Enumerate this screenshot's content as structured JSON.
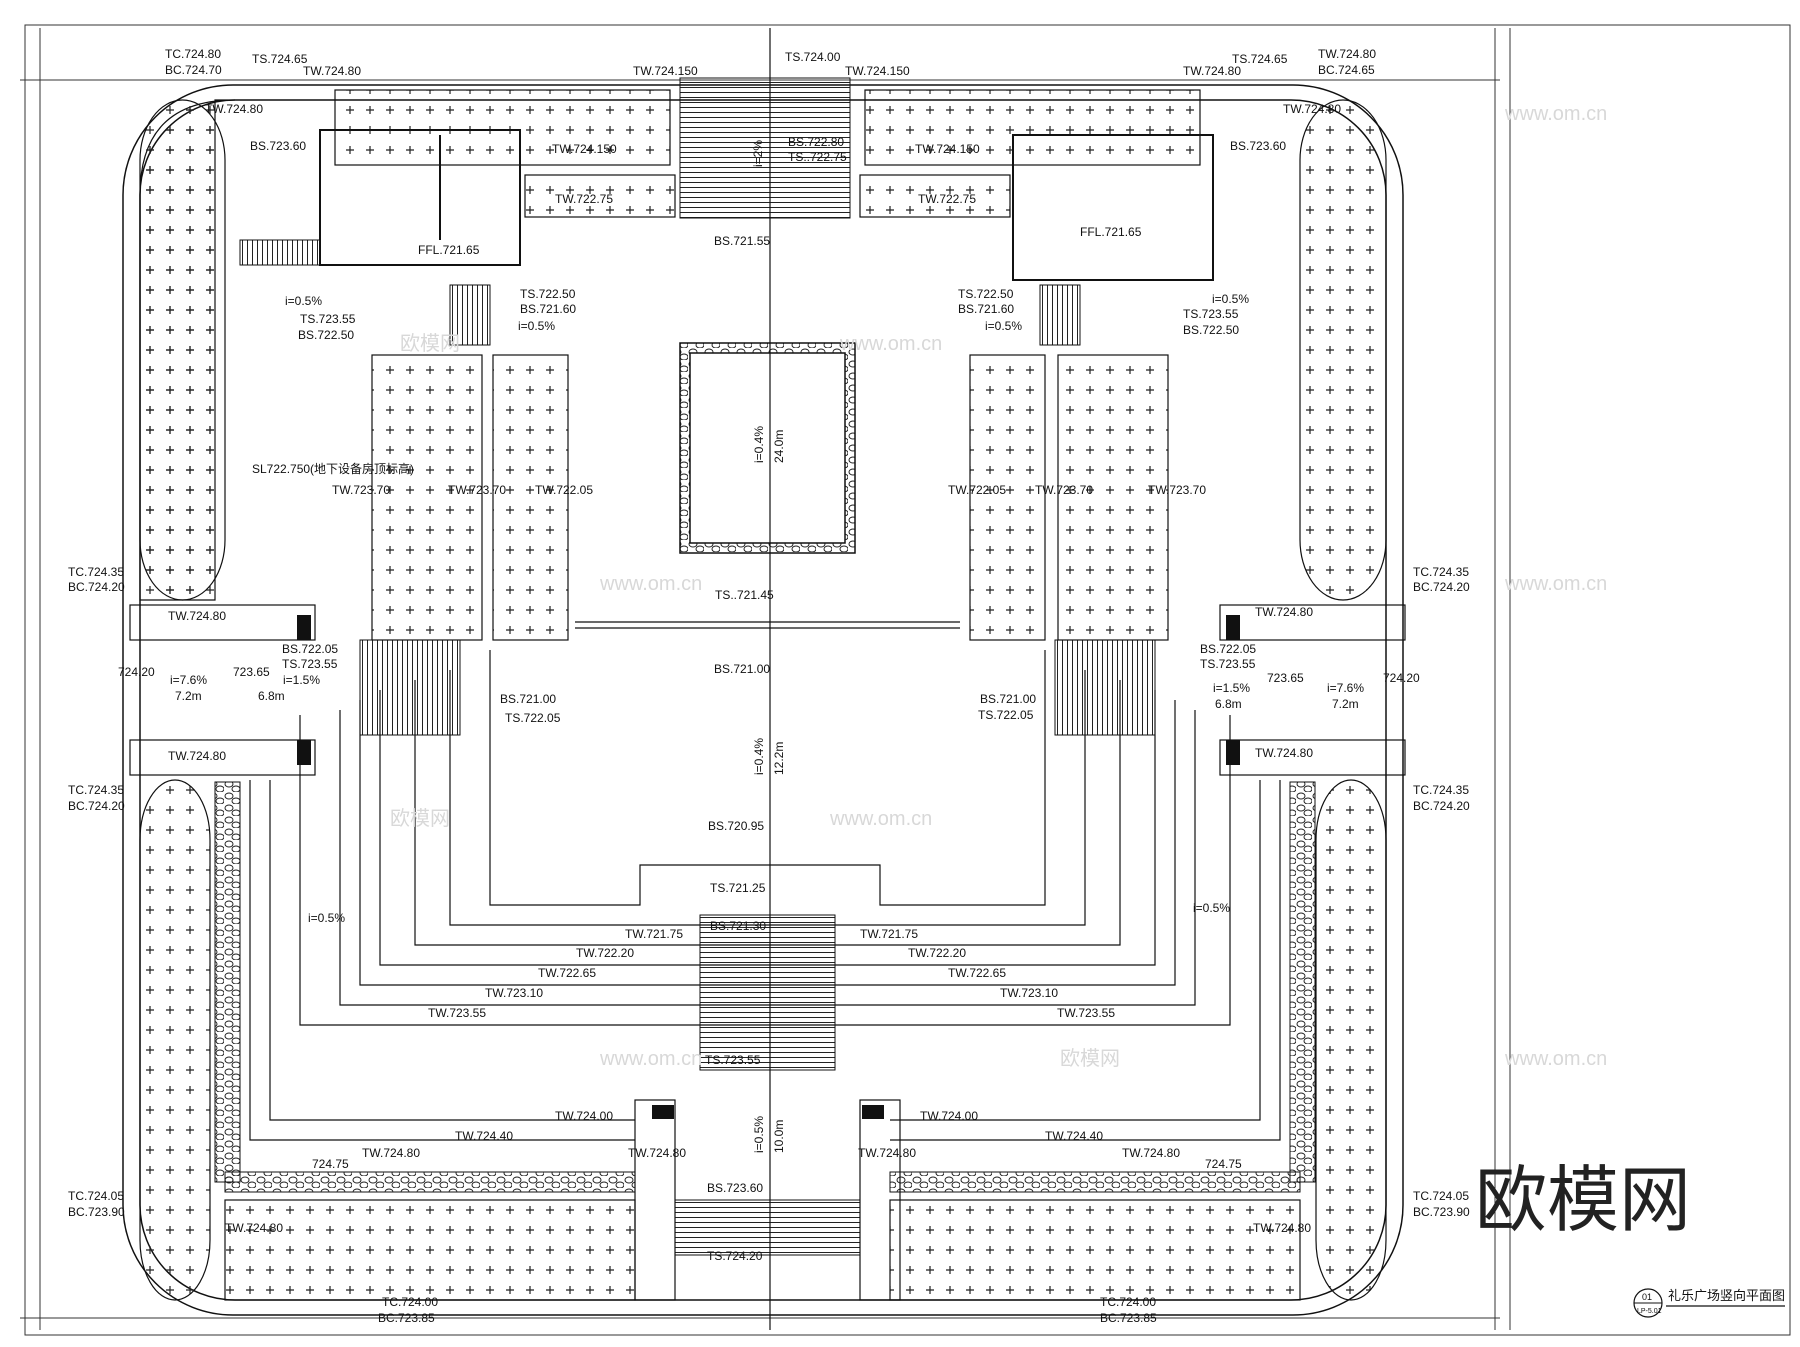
{
  "labels": {
    "tc_nw": "TC.724.80",
    "bc_nw": "BC.724.70",
    "ts_nw": "TS.724.65",
    "tw_nw": "TW.724.80",
    "tw_n_left": "TW.724.150",
    "ts_n": "TS.724.00",
    "tw_n_right": "TW.724.150",
    "tw_ne": "TW.724.80",
    "ts_ne": "TS.724.65",
    "tc_ne": "TW.724.80",
    "bc_ne": "BC.724.65",
    "tw_nw2": "TW.724.80",
    "bs_nw": "BS.723.60",
    "tw_ne2": "TW.724.80",
    "bs_ne": "BS.723.60",
    "tw_planter_l": "TW.724.150",
    "tw_planter_l2": "TW.722.75",
    "tw_planter_r": "TW.724.150",
    "tw_planter_r2": "TW.722.75",
    "bs_stair_top": "BS.722.80",
    "ts_stair_top": "TS..722.75",
    "slope_top": "i=2%",
    "ffl_l": "FFL.721.65",
    "ffl_r": "FFL.721.65",
    "bs_721_55": "BS.721.55",
    "ts_722_50_l": "TS.722.50",
    "bs_721_60_l": "BS.721.60",
    "i05_l": "i=0.5%",
    "ts_722_50_r": "TS.722.50",
    "bs_721_60_r": "BS.721.60",
    "i05_r": "i=0.5%",
    "i05_wl": "i=0.5%",
    "ts_723_55_wl": "TS.723.55",
    "bs_722_50_wl": "BS.722.50",
    "i05_wr": "i=0.5%",
    "ts_723_55_wr": "TS.723.55",
    "bs_722_50_wr": "BS.722.50",
    "sl_note": "SL722.750(地下设备房顶标高)",
    "tw_723_70_a": "TW.723.70",
    "tw_723_70_b": "TW.723.70",
    "tw_722_05_l": "TW.722.05",
    "tw_722_05_r": "TW.722.05",
    "tw_723_70_c": "TW.723.70",
    "tw_723_70_d": "TW.723.70",
    "center_slope": "i=0.4%",
    "center_len": "24.0m",
    "tc_724_35_wl": "TC.724.35",
    "bc_724_20_wl": "BC.724.20",
    "tc_724_35_wr": "TC.724.35",
    "bc_724_20_wr": "BC.724.20",
    "ts_721_45": "TS..721.45",
    "tw_724_80_wl": "TW.724.80",
    "tw_724_80_wr": "TW.724.80",
    "bs_722_05_l": "BS.722.05",
    "ts_723_55_l": "TS.723.55",
    "i15_l": "i=1.5%",
    "bs_722_05_r": "BS.722.05",
    "ts_723_55_r": "TS.723.55",
    "i15_r": "i=1.5%",
    "e_724_20_l": "724.20",
    "i76_l": "i=7.6%",
    "d72_l": "7.2m",
    "e_723_65_l": "723.65",
    "d68_l": "6.8m",
    "e_724_20_r": "724.20",
    "i76_r": "i=7.6%",
    "d72_r": "7.2m",
    "e_723_65_r": "723.65",
    "d68_r": "6.8m",
    "bs_721_00_c": "BS.721.00",
    "bs_721_00_l": "BS.721.00",
    "ts_722_05_l": "TS.722.05",
    "bs_721_00_r": "BS.721.00",
    "ts_722_05_r": "TS.722.05",
    "tw_724_80_sl": "TW.724.80",
    "tw_724_80_sr": "TW.724.80",
    "tc_724_35_sl": "TC.724.35",
    "bc_724_20_sl": "BC.724.20",
    "tc_724_35_sr": "TC.724.35",
    "bc_724_20_sr": "BC.724.20",
    "mid_slope": "i=0.4%",
    "mid_len": "12.2m",
    "bs_720_95": "BS.720.95",
    "ts_721_25": "TS.721.25",
    "i05_sl": "i=0.5%",
    "i05_sr": "i=0.5%",
    "bs_721_30": "BS.721.30",
    "tw_721_75_l": "TW.721.75",
    "tw_722_20_l": "TW.722.20",
    "tw_722_65_l": "TW.722.65",
    "tw_723_10_l": "TW.723.10",
    "tw_723_55_l": "TW.723.55",
    "tw_721_75_r": "TW.721.75",
    "tw_722_20_r": "TW.722.20",
    "tw_722_65_r": "TW.722.65",
    "tw_723_10_r": "TW.723.10",
    "tw_723_55_r": "TW.723.55",
    "ts_723_55_s": "TS.723.55",
    "tw_724_00_l": "TW.724.00",
    "tw_724_40_l": "TW.724.40",
    "tw_724_80_l2": "TW.724.80",
    "e_724_75_l": "724.75",
    "tw_724_80_l3": "TW.724.80",
    "tw_724_00_r": "TW.724.00",
    "tw_724_40_r": "TW.724.40",
    "tw_724_80_r2": "TW.724.80",
    "e_724_75_r": "724.75",
    "tw_724_80_r3": "TW.724.80",
    "south_slope": "i=0.5%",
    "south_len": "10.0m",
    "bs_723_60": "BS.723.60",
    "ts_724_20": "TS.724.20",
    "tc_724_05_l": "TC.724.05",
    "bc_723_90_l": "BC.723.90",
    "tc_724_05_r": "TC.724.05",
    "bc_723_90_r": "BC.723.90",
    "tw_724_80_bl": "TW.724.80",
    "tw_724_80_br": "TW.724.80",
    "tc_724_00_l": "TC.724.00",
    "bc_723_85_l": "BC.723.85",
    "tc_724_00_r": "TC.724.00",
    "bc_723_85_r": "BC.723.85"
  },
  "watermark": {
    "url": "www.om.cn",
    "cn": "欧模网"
  },
  "brand": "欧模网",
  "drawing_title": "礼乐广场竖向平面图",
  "drawing_number": "01",
  "drawing_sheet": "LP-5.01"
}
